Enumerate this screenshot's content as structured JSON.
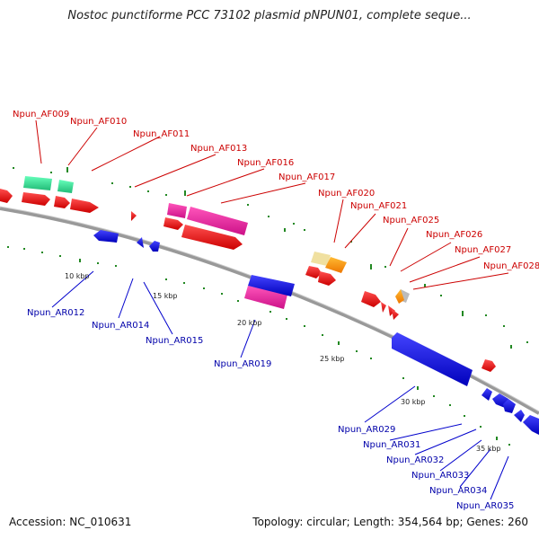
{
  "title": "Nostoc punctiforme PCC 73102 plasmid pNPUN01, complete seque...",
  "footer": {
    "accession": "Accession: NC_010631",
    "info": "Topology: circular; Length: 354,564 bp; Genes: 260"
  },
  "ticks": {
    "t10": "10 kbp",
    "t15": "15 kbp",
    "t20": "20 kbp",
    "t25": "25 kbp",
    "t30": "30 kbp",
    "t35": "35 kbp"
  },
  "forward_labels": {
    "af009": "Npun_AF009",
    "af010": "Npun_AF010",
    "af011": "Npun_AF011",
    "af013": "Npun_AF013",
    "af016": "Npun_AF016",
    "af017": "Npun_AF017",
    "af020": "Npun_AF020",
    "af021": "Npun_AF021",
    "af025": "Npun_AF025",
    "af026": "Npun_AF026",
    "af027": "Npun_AF027",
    "af028": "Npun_AF028"
  },
  "reverse_labels": {
    "ar012": "Npun_AR012",
    "ar014": "Npun_AR014",
    "ar015": "Npun_AR015",
    "ar019": "Npun_AR019",
    "ar029": "Npun_AR029",
    "ar031": "Npun_AR031",
    "ar032": "Npun_AR032",
    "ar033": "Npun_AR033",
    "ar034": "Npun_AR034",
    "ar035": "Npun_AR035"
  },
  "colors": {
    "forward_label": "#cc0000",
    "reverse_label": "#0000aa",
    "forward_gene": "#ee1111",
    "reverse_gene": "#1111dd",
    "green_feature": "#33dd99",
    "pink_feature": "#ee2299",
    "orange_feature": "#ff9900",
    "tan_feature": "#f0e0a0",
    "backbone": "#888888",
    "gc_ticks": "#228822"
  }
}
